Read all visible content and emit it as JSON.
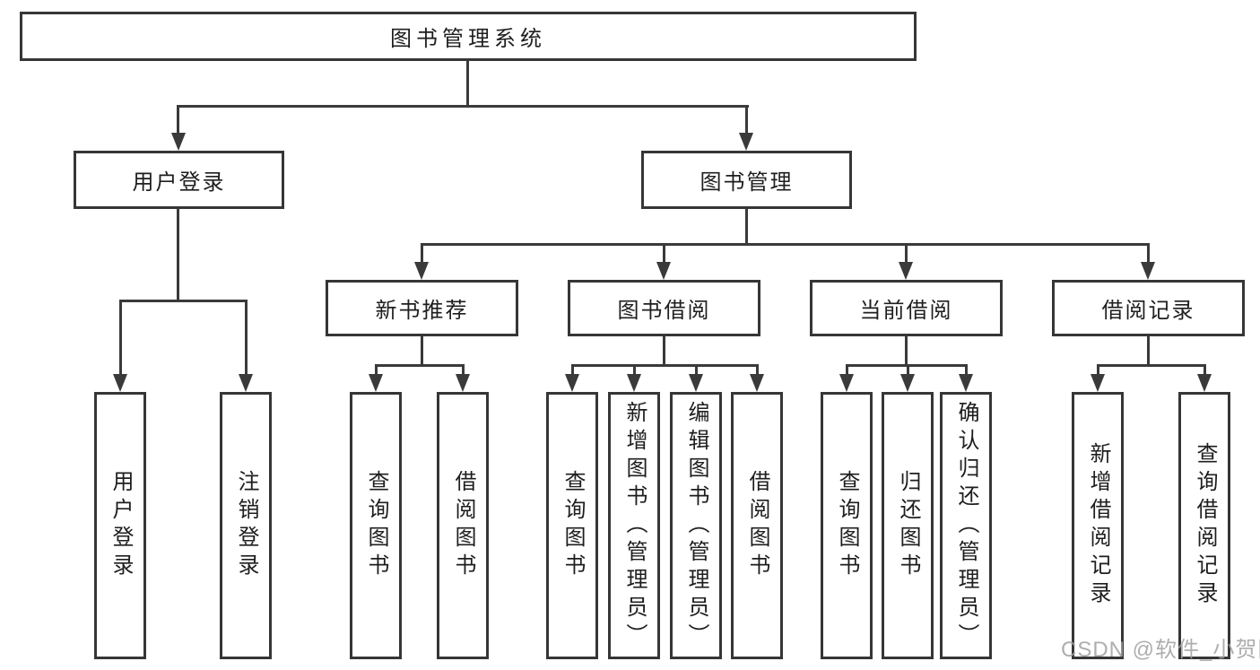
{
  "title": "图书管理系统",
  "watermark": "CSDN @软件_小贺同学",
  "colors": {
    "line": "#3a3a3a",
    "border": "#363636",
    "text": "#1e1e1e",
    "watermark": "#a0a0a0",
    "background": "#ffffff"
  },
  "nodes": {
    "root": {
      "label": "图书管理系统"
    },
    "level2": [
      {
        "label": "用户登录"
      },
      {
        "label": "图书管理"
      }
    ],
    "level3": [
      {
        "label": "新书推荐"
      },
      {
        "label": "图书借阅"
      },
      {
        "label": "当前借阅"
      },
      {
        "label": "借阅记录"
      }
    ],
    "leaves": {
      "user_login": [
        {
          "label": "用户登录"
        },
        {
          "label": "注销登录"
        }
      ],
      "new_book": [
        {
          "label": "查询图书"
        },
        {
          "label": "借阅图书"
        }
      ],
      "book_borrow": [
        {
          "label": "查询图书"
        },
        {
          "label": "新增图书（管理员）"
        },
        {
          "label": "编辑图书（管理员）"
        },
        {
          "label": "借阅图书"
        }
      ],
      "current_borrow": [
        {
          "label": "查询图书"
        },
        {
          "label": "归还图书"
        },
        {
          "label": "确认归还（管理员）"
        }
      ],
      "borrow_record": [
        {
          "label": "新增借阅记录"
        },
        {
          "label": "查询借阅记录"
        }
      ]
    }
  }
}
